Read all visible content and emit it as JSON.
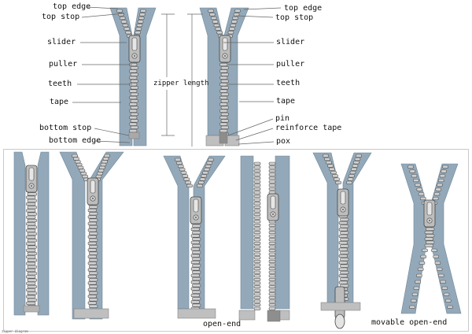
{
  "labels": {
    "left": [
      "top edge",
      "top stop",
      "slider",
      "puller",
      "teeth",
      "tape",
      "bottom stop",
      "bottom edge"
    ],
    "right": [
      "top edge",
      "top stop",
      "slider",
      "puller",
      "teeth",
      "tape",
      "pin",
      "reinforce tape",
      "pox"
    ],
    "zipper_length": "zipper length",
    "open_end": "open-end",
    "movable_open_end": "movable open-end",
    "watermark": "zipper diagram"
  },
  "colors": {
    "tape": "#93a9b9",
    "tape_edge": "#6f8799",
    "teeth": "#cfcfcf",
    "teeth_stroke": "#555555",
    "slider": "#bdbdbd",
    "slider_stroke": "#444444",
    "reinforce": "#bfbfbf",
    "leader": "#666666"
  }
}
